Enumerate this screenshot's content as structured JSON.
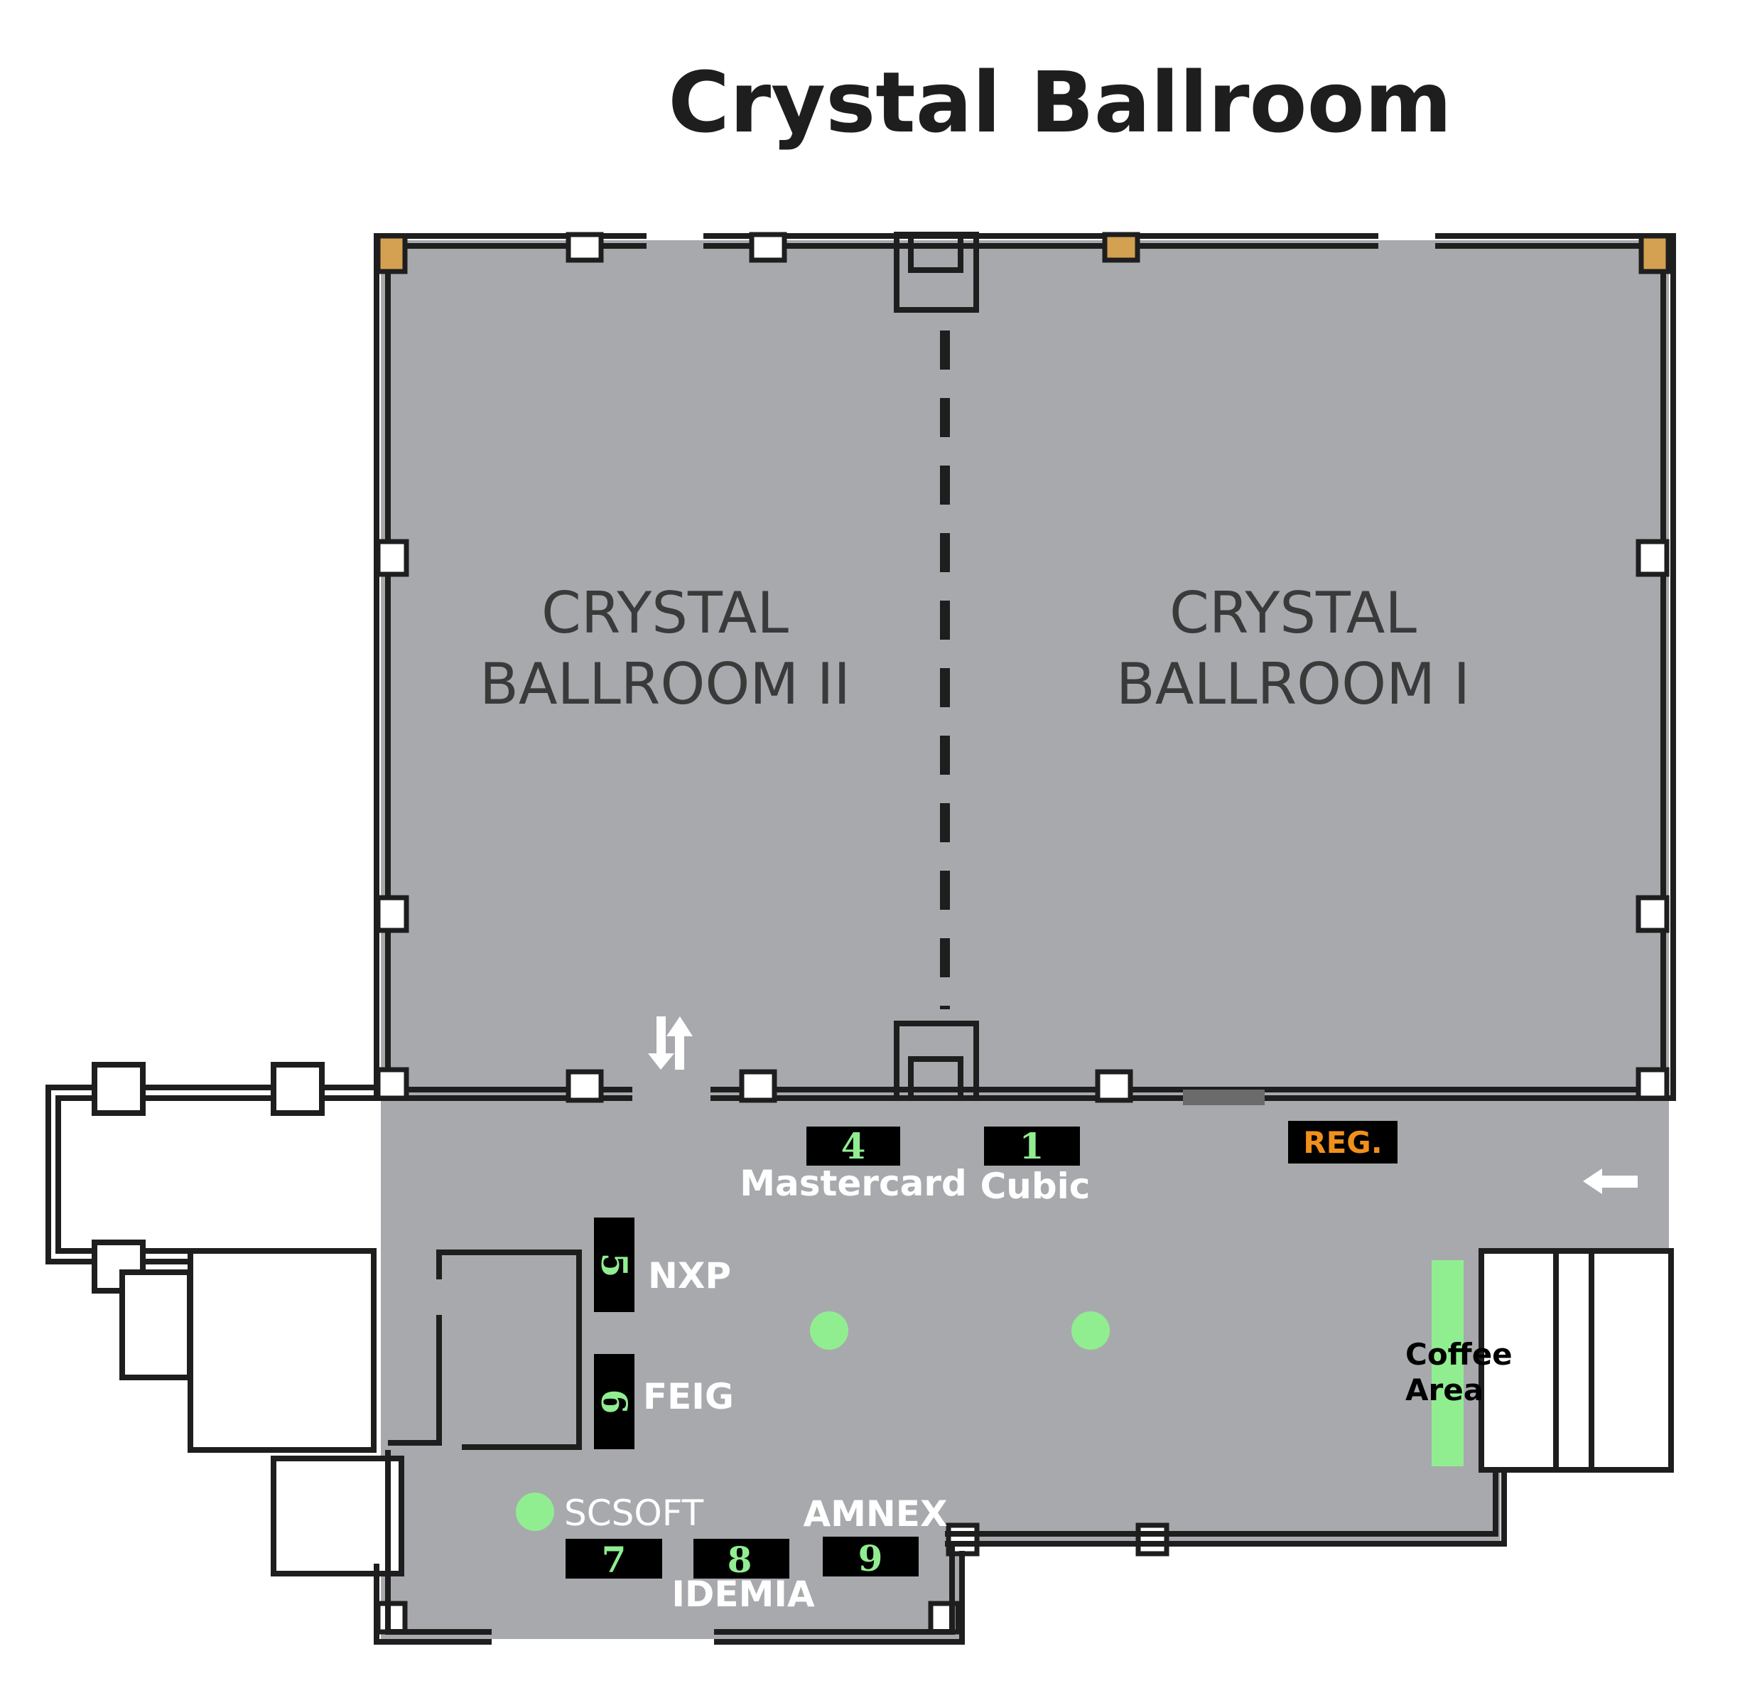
{
  "title": "Crystal Ballroom",
  "rooms": {
    "ballroom_ii": {
      "line1": "CRYSTAL",
      "line2": "BALLROOM II"
    },
    "ballroom_i": {
      "line1": "CRYSTAL",
      "line2": "BALLROOM I"
    }
  },
  "booths": [
    {
      "number": "4",
      "exhibitor": "Mastercard"
    },
    {
      "number": "1",
      "exhibitor": "Cubic"
    },
    {
      "number": "5",
      "exhibitor": "NXP"
    },
    {
      "number": "6",
      "exhibitor": "FEIG"
    },
    {
      "number": "7",
      "exhibitor": "SCSOFT"
    },
    {
      "number": "8",
      "exhibitor": "IDEMIA"
    },
    {
      "number": "9",
      "exhibitor": "AMNEX"
    }
  ],
  "registration": {
    "label": "REG."
  },
  "coffee_area": {
    "line1": "Coffee",
    "line2": "Area"
  },
  "icons": {
    "entrance": "arrow-left-icon",
    "doorway": "up-down-arrows-icon",
    "table": "round-table-icon"
  },
  "colors": {
    "floor": "#a8a9ad",
    "booth": "#000000",
    "booth_number": "#90ee90",
    "registration_text": "#f0901c",
    "coffee": "#90ee90",
    "pillar": "#d4a051"
  }
}
